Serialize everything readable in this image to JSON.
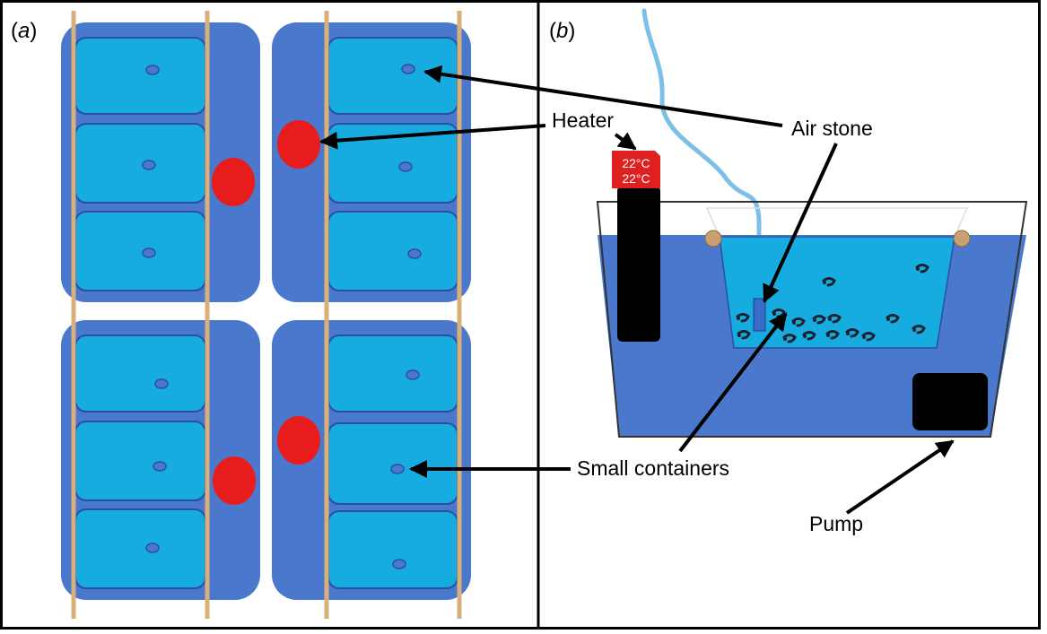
{
  "panels": {
    "a": {
      "label_open": "(",
      "label_letter": "a",
      "label_close": ")"
    },
    "b": {
      "label_open": "(",
      "label_letter": "b",
      "label_close": ")"
    }
  },
  "labels": {
    "heater": "Heater",
    "air_stone": "Air stone",
    "small_containers": "Small containers",
    "pump": "Pump"
  },
  "heater_display": {
    "line1": "22°C",
    "line2": "22°C"
  },
  "colors": {
    "tank_blue": "#4a78cc",
    "container_cyan": "#16ace0",
    "container_border": "#2a4f9e",
    "heater_red": "#e81c1c",
    "rope_tan": "#d9b07a",
    "air_tube": "#7cc0e8",
    "pump_black": "#000000",
    "frame_black": "#000000"
  },
  "icons": {
    "heater": "heater-icon",
    "pump": "pump-icon",
    "air_stone": "air-stone-icon",
    "shrimp": "shrimp-icon",
    "float": "float-icon"
  }
}
